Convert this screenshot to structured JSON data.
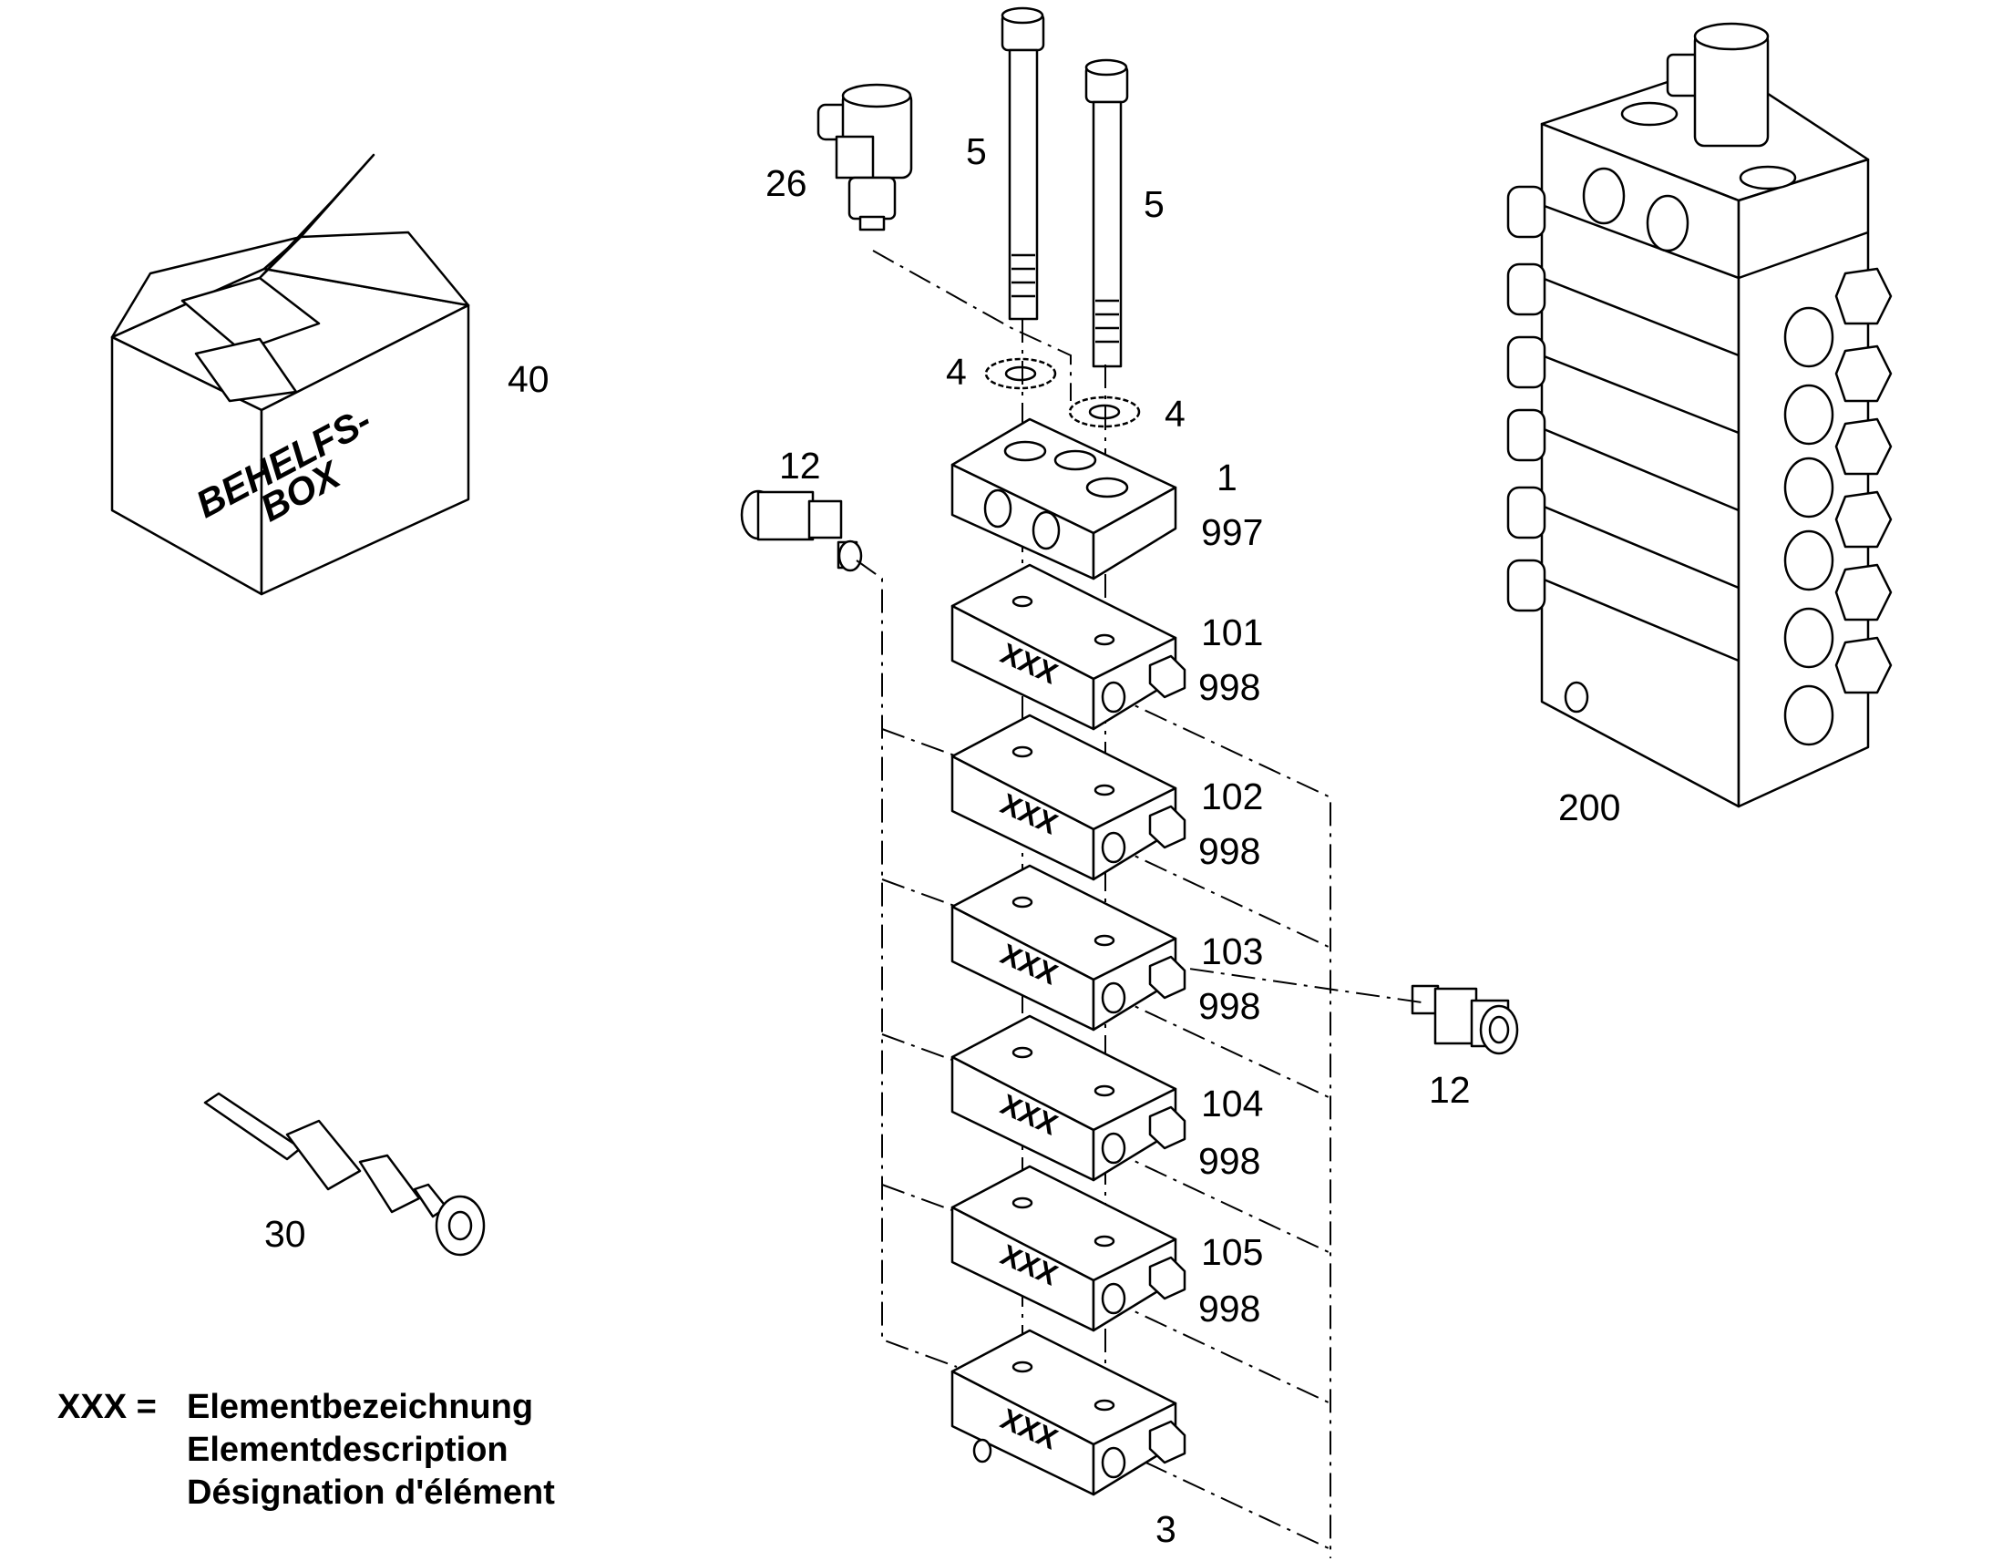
{
  "labels": {
    "p1": "1",
    "p3": "3",
    "p4a": "4",
    "p4b": "4",
    "p5a": "5",
    "p5b": "5",
    "p12a": "12",
    "p12b": "12",
    "p26": "26",
    "p30": "30",
    "p40": "40",
    "p101": "101",
    "p102": "102",
    "p103": "103",
    "p104": "104",
    "p105": "105",
    "p200": "200",
    "p997": "997",
    "p998a": "998",
    "p998b": "998",
    "p998c": "998",
    "p998d": "998",
    "p998e": "998"
  },
  "box": {
    "line1": "BEHELFS-",
    "line2": "BOX"
  },
  "element_code": "XXX",
  "legend": {
    "key": "XXX =",
    "line1": "Elementbezeichnung",
    "line2": "Elementdescription",
    "line3": "Désignation d'élément"
  }
}
